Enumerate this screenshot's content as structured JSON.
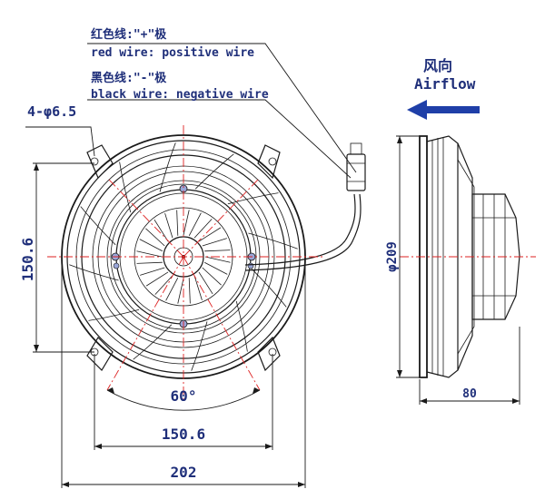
{
  "annotations": {
    "red_wire_cn": "红色线:\"+\"极",
    "red_wire_en": "red wire: positive wire",
    "black_wire_cn": "黑色线:\"-\"极",
    "black_wire_en": "black wire: negative wire",
    "airflow_cn": "风向",
    "airflow_en": "Airflow"
  },
  "dimensions": {
    "holes": "4-φ6.5",
    "vertical_span": "150.6",
    "horizontal_span": "150.6",
    "overall_width": "202",
    "angle": "60°",
    "diameter": "φ209",
    "depth": "80"
  },
  "colors": {
    "drawing": "#1a1a1a",
    "dimension_text": "#1f2f7a",
    "center_line": "#dd2222",
    "arrow": "#1f3fa8",
    "screw_fill": "#9aa6d8"
  }
}
